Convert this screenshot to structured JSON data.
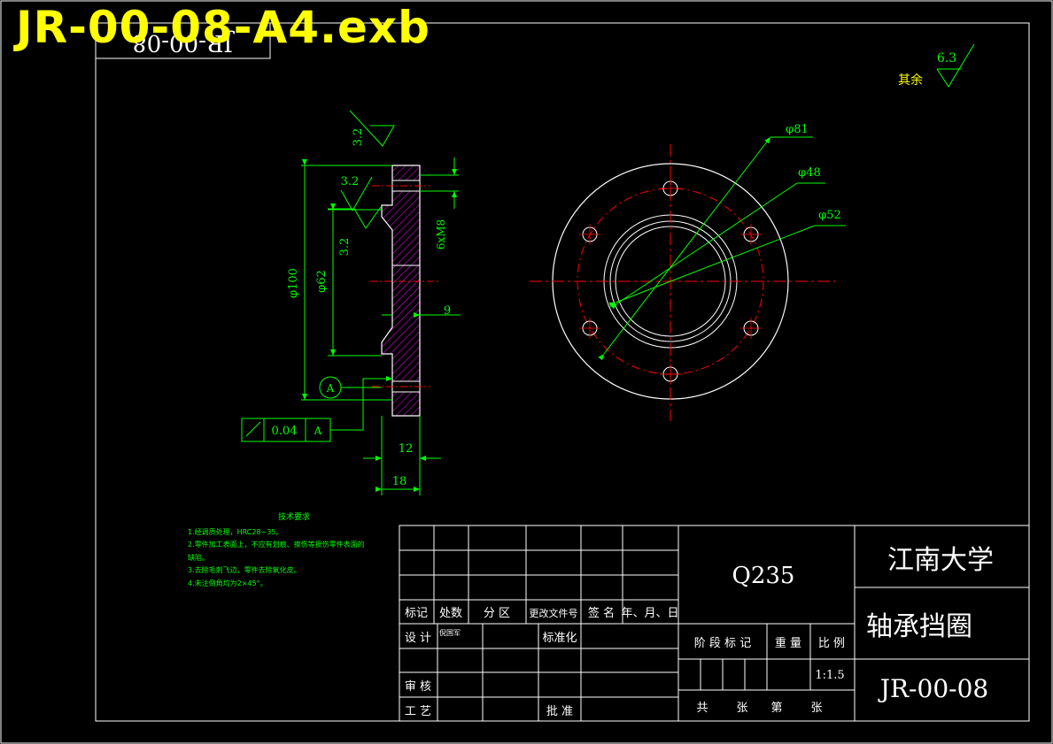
{
  "file_title": "JR-00-08-A4.exb",
  "drawing": {
    "mirrored_code": "JR-00-08",
    "roughness_other_label": "其余",
    "roughness_other_value": "6.3",
    "roughness_values": [
      "3.2",
      "3.2",
      "3.2"
    ],
    "dimensions": {
      "outer_dia": "φ100",
      "inner_dia": "φ62",
      "thread": "6xM8",
      "width_9": "9",
      "width_12": "12",
      "width_18": "18",
      "bolt_circle": "φ81",
      "d48": "φ48",
      "d52": "φ52"
    },
    "datum_label": "A",
    "tolerance": {
      "value": "0.04",
      "datum": "A"
    }
  },
  "tech_requirements": {
    "title": "技术要求",
    "items": [
      "1.经调质处理，HRC28~35。",
      "2.零件加工表面上，不应有划痕、擦伤等损伤零件表面的缺陷。",
      "3.去除毛刺飞边，零件去除氧化皮。",
      "4.未注倒角均为2×45°。"
    ]
  },
  "title_block": {
    "material": "Q235",
    "school": "江南大学",
    "part_name": "轴承挡圈",
    "drawing_no": "JR-00-08",
    "scale": "1:1.5",
    "headers": [
      "标记",
      "处数",
      "分 区",
      "更改文件号",
      "签 名",
      "年、月、日"
    ],
    "design": "设 计",
    "designer": "倪国军",
    "standardize": "标准化",
    "review": "审 核",
    "process": "工 艺",
    "approve": "批 准",
    "stage_mark": "阶 段 标 记",
    "weight": "重 量",
    "ratio": "比 例",
    "total_sheets": "共",
    "sheets": "张",
    "sheet_no": "第",
    "sheet_unit": "张"
  }
}
